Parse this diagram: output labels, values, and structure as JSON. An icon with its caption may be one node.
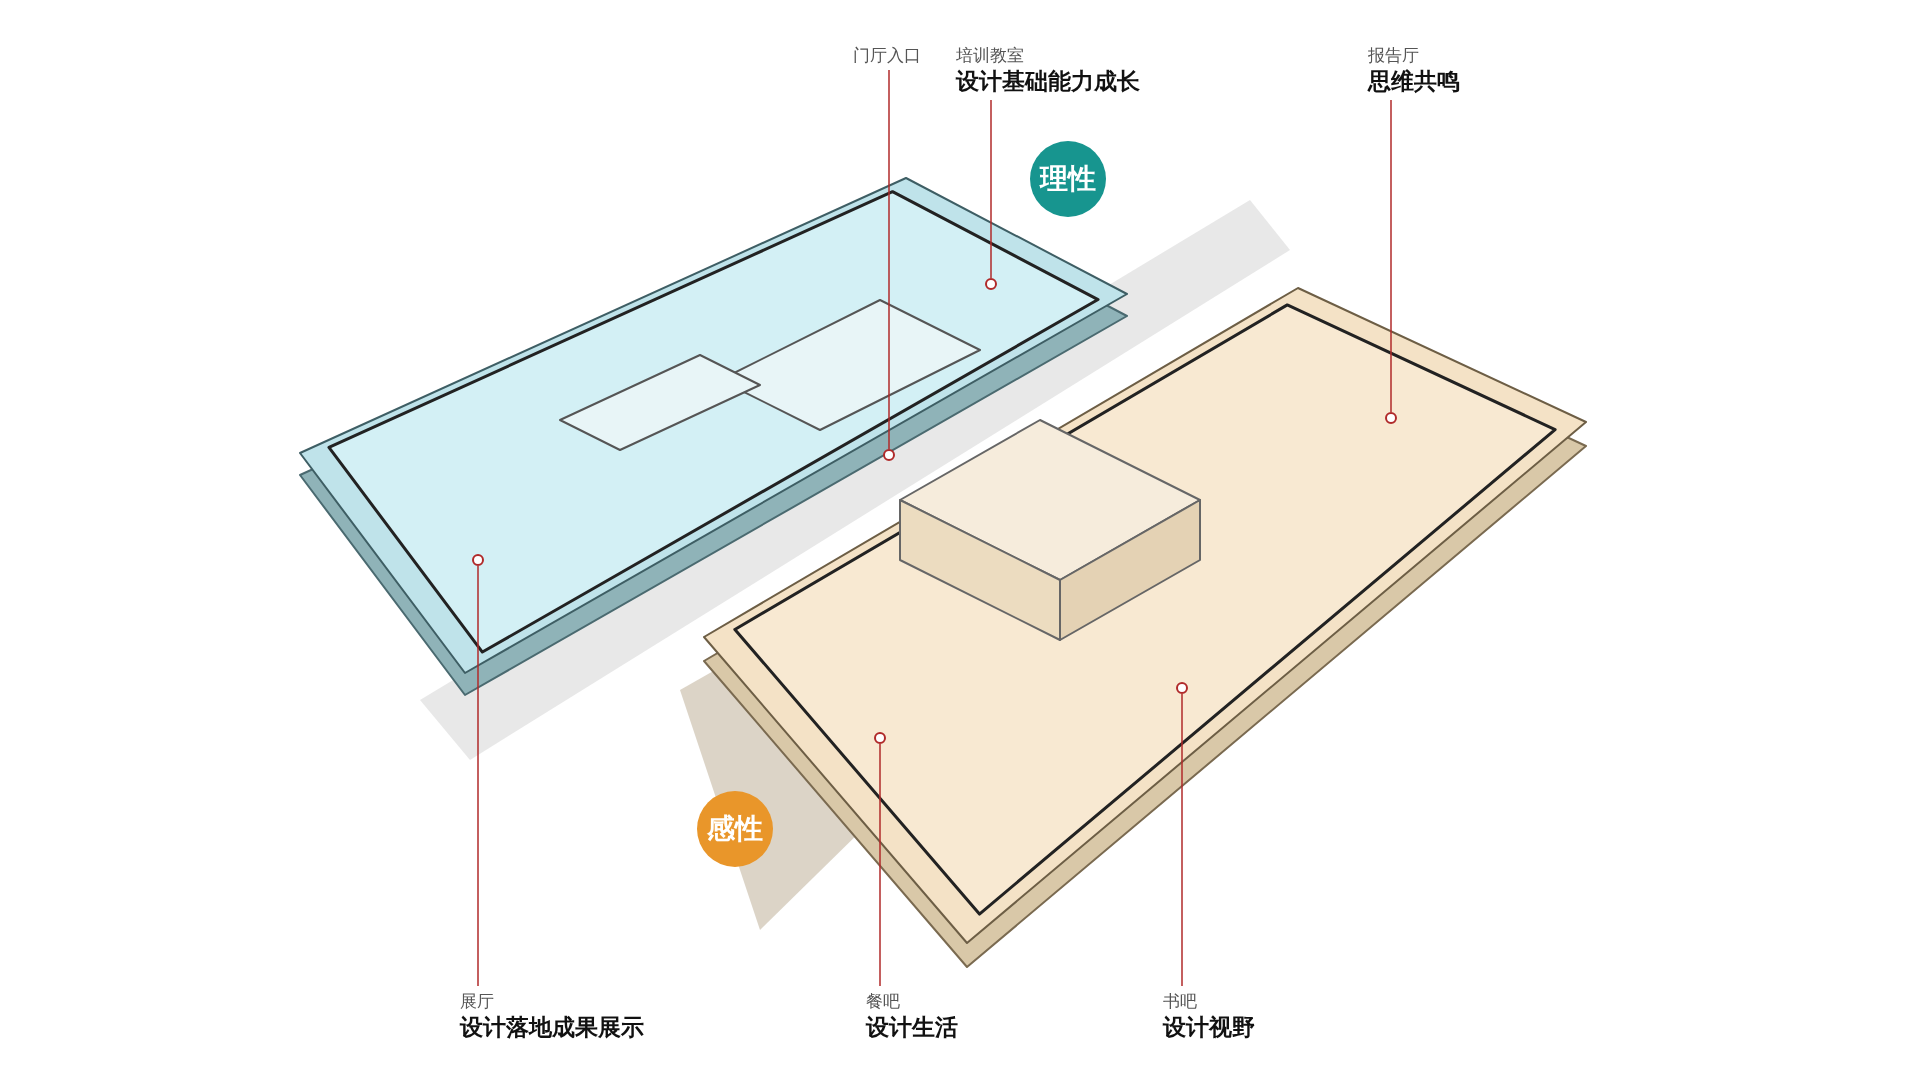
{
  "diagram": {
    "nodes": [
      {
        "text": [
          "门厅入口"
        ]
      },
      {
        "text": [
          "培训教室",
          "设计基础能力成长"
        ]
      },
      {
        "text": [
          "报告厅",
          "思维共鸣"
        ]
      },
      {
        "text": [
          "理性"
        ]
      },
      {
        "text": [
          "感性"
        ]
      },
      {
        "text": [
          "展厅",
          "设计落地成果展示"
        ]
      },
      {
        "text": [
          "餐吧",
          "设计生活"
        ]
      },
      {
        "text": [
          "书吧",
          "设计视野"
        ]
      },
      {
        "text": [],
        "shape": "circle"
      },
      {
        "text": [],
        "shape": "circle"
      },
      {
        "text": [],
        "shape": "circle"
      },
      {
        "text": [],
        "shape": "circle"
      },
      {
        "text": [],
        "shape": "circle"
      },
      {
        "text": [],
        "shape": "circle"
      }
    ],
    "edges": [
      {
        "from": 0,
        "to": 10,
        "arrow": "none"
      },
      {
        "from": 1,
        "to": 11,
        "arrow": "none"
      },
      {
        "from": 2,
        "to": 13,
        "arrow": "none"
      },
      {
        "from": 5,
        "to": 8,
        "arrow": "none"
      },
      {
        "from": 6,
        "to": 9,
        "arrow": "none"
      },
      {
        "from": 7,
        "to": 12,
        "arrow": "none"
      }
    ]
  }
}
